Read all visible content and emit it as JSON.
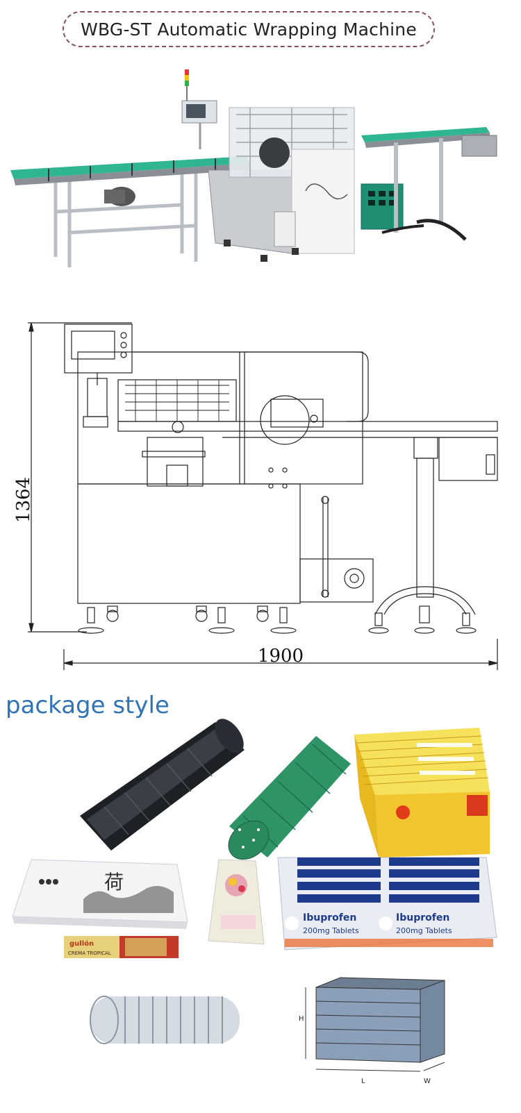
{
  "header": {
    "title": "WBG-ST Automatic Wrapping Machine"
  },
  "drawing": {
    "height_label": "1364",
    "width_label": "1900"
  },
  "packages": {
    "heading": "package style",
    "ibuprofen_label": "Ibuprofen",
    "ibuprofen_sub": "200mg Tablets",
    "biscuit_brand": "gullón",
    "biscuit_name": "CREMA TROPICAL",
    "gift_box_label": "荷",
    "dim_h": "H",
    "dim_l": "L",
    "dim_w": "W"
  },
  "colors": {
    "pill_border": "#8b4f58",
    "heading": "#2f74b5",
    "conveyor": "#2fb592",
    "steel": "#c9cdd1",
    "control_box": "#1e8f72"
  }
}
